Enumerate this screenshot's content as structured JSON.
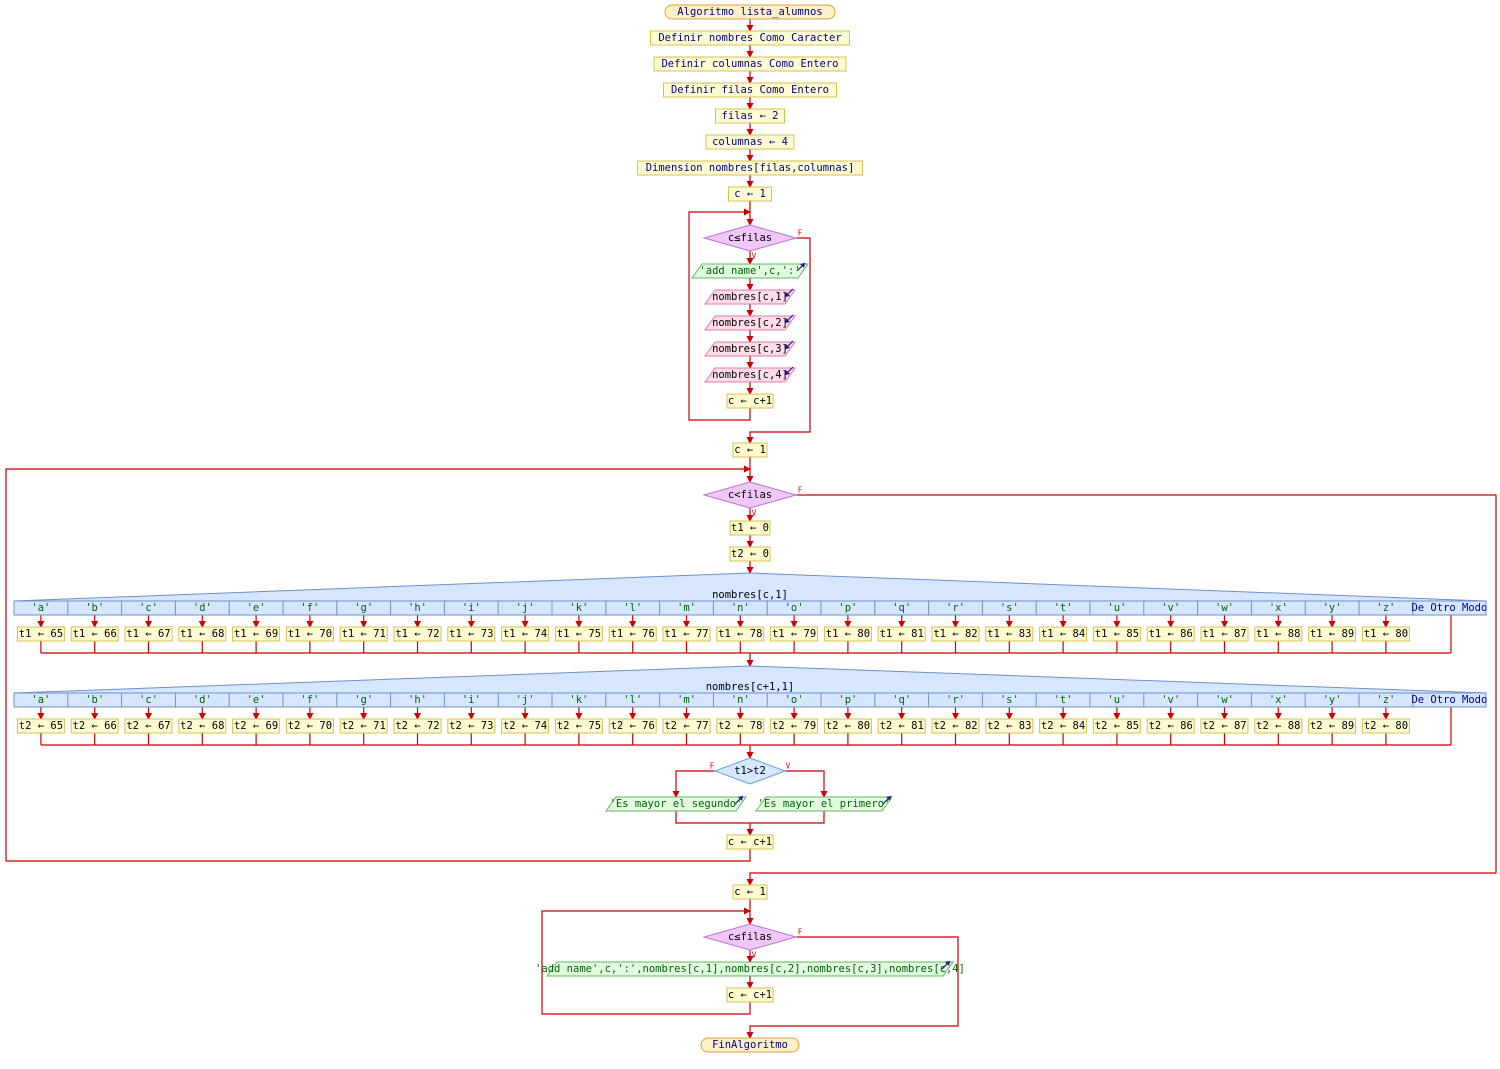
{
  "diagram": {
    "start_label": "Algoritmo lista_alumnos",
    "end_label": "FinAlgoritmo",
    "definitions": [
      "Definir nombres Como Caracter",
      "Definir columnas Como Entero",
      "Definir filas Como Entero"
    ],
    "assign_filas": "filas ← 2",
    "assign_columnas": "columnas ← 4",
    "dimension": "Dimension nombres[filas,columnas]",
    "init_c": "c ← 1",
    "inc_c": "c ← c+1",
    "true_label": "V",
    "false_label": "F",
    "loop1": {
      "condition": "c≤filas",
      "output": "'add name',c,':'",
      "inputs": [
        "nombres[c,1]",
        "nombres[c,2]",
        "nombres[c,3]",
        "nombres[c,4]"
      ]
    },
    "loop2": {
      "condition": "c<filas",
      "t1_init": "t1 ← 0",
      "t2_init": "t2 ← 0",
      "switch1_expr": "nombres[c,1]",
      "switch2_expr": "nombres[c+1,1]",
      "default_label": "De Otro Modo",
      "cases": [
        "'a'",
        "'b'",
        "'c'",
        "'d'",
        "'e'",
        "'f'",
        "'g'",
        "'h'",
        "'i'",
        "'j'",
        "'k'",
        "'l'",
        "'m'",
        "'n'",
        "'o'",
        "'p'",
        "'q'",
        "'r'",
        "'s'",
        "'t'",
        "'u'",
        "'v'",
        "'w'",
        "'x'",
        "'y'",
        "'z'"
      ],
      "t1_assignments": [
        "t1 ← 65",
        "t1 ← 66",
        "t1 ← 67",
        "t1 ← 68",
        "t1 ← 69",
        "t1 ← 70",
        "t1 ← 71",
        "t1 ← 72",
        "t1 ← 73",
        "t1 ← 74",
        "t1 ← 75",
        "t1 ← 76",
        "t1 ← 77",
        "t1 ← 78",
        "t1 ← 79",
        "t1 ← 80",
        "t1 ← 81",
        "t1 ← 82",
        "t1 ← 83",
        "t1 ← 84",
        "t1 ← 85",
        "t1 ← 86",
        "t1 ← 87",
        "t1 ← 88",
        "t1 ← 89",
        "t1 ← 80"
      ],
      "t2_assignments": [
        "t2 ← 65",
        "t2 ← 66",
        "t2 ← 67",
        "t2 ← 68",
        "t2 ← 69",
        "t2 ← 70",
        "t2 ← 71",
        "t2 ← 72",
        "t2 ← 73",
        "t2 ← 74",
        "t2 ← 75",
        "t2 ← 76",
        "t2 ← 77",
        "t2 ← 78",
        "t2 ← 79",
        "t2 ← 80",
        "t2 ← 81",
        "t2 ← 82",
        "t2 ← 83",
        "t2 ← 84",
        "t2 ← 85",
        "t2 ← 86",
        "t2 ← 87",
        "t2 ← 88",
        "t2 ← 89",
        "t2 ← 80"
      ],
      "compare": "t1>t2",
      "output_false": "'Es mayor el segundo'",
      "output_true": "'Es mayor el primero'"
    },
    "loop3": {
      "condition": "c≤filas",
      "output": "'add name',c,':',nombres[c,1],nombres[c,2],nombres[c,3],nombres[c,4]"
    }
  }
}
